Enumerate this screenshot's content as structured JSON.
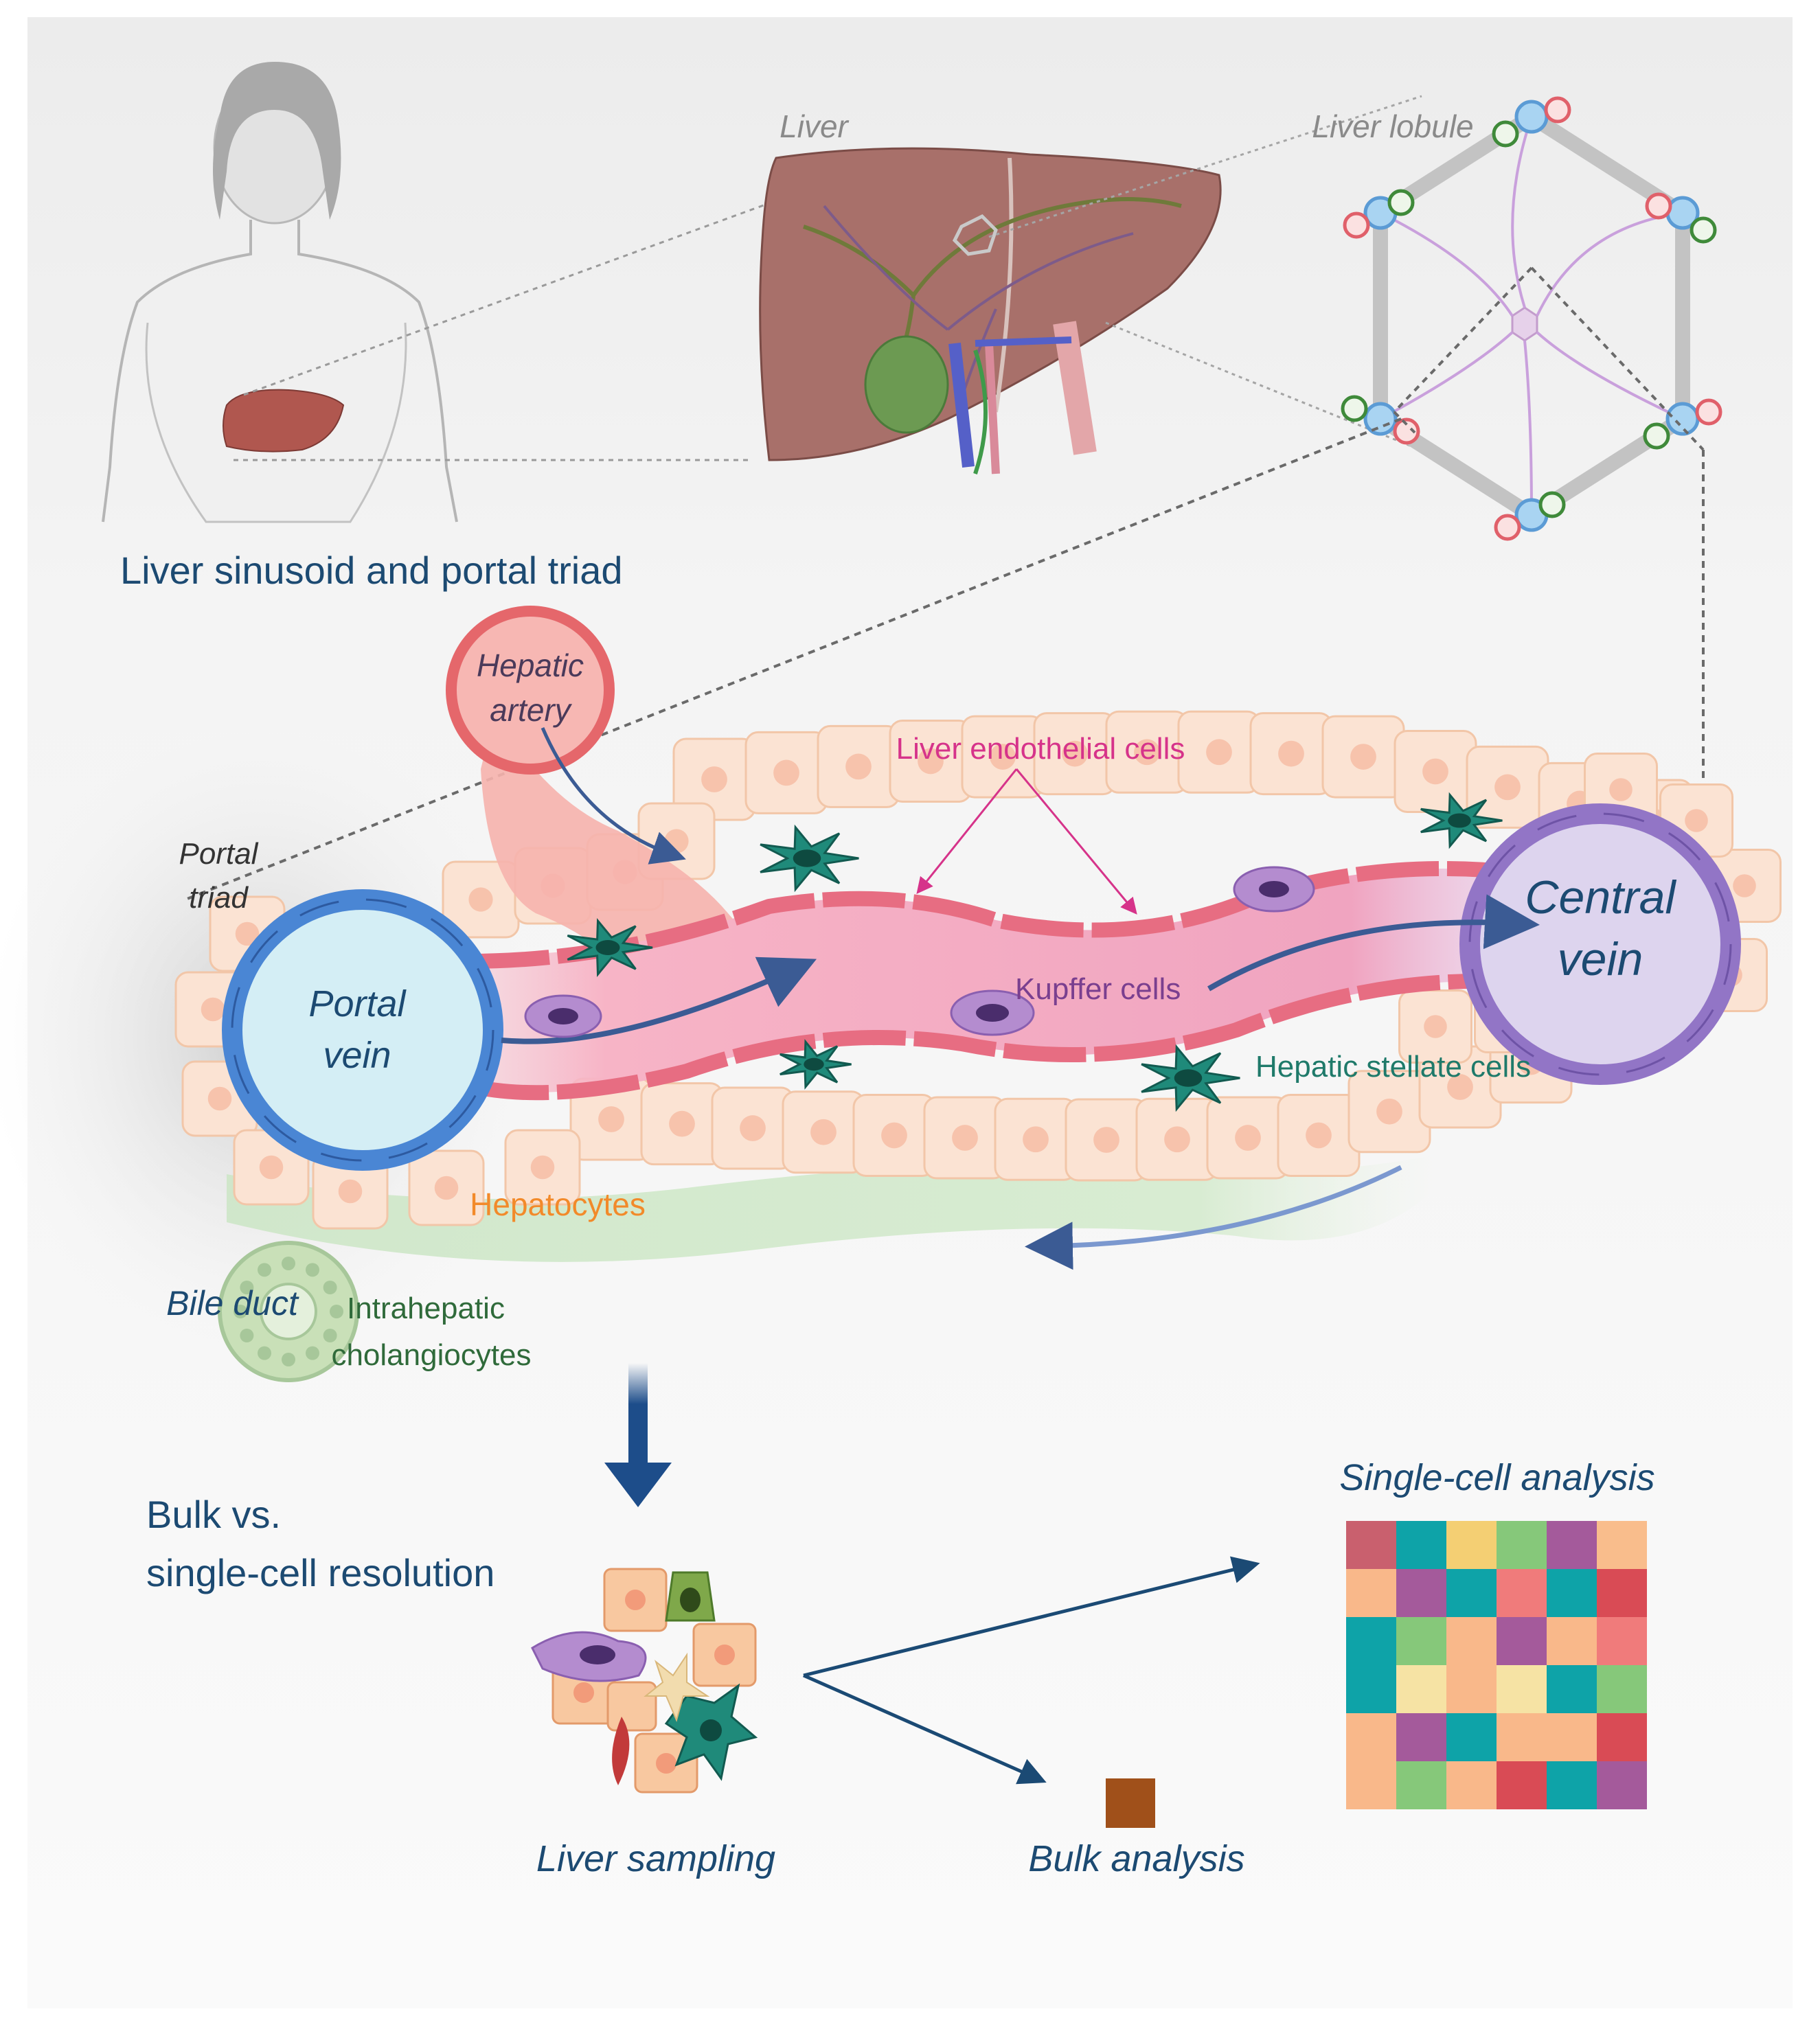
{
  "top": {
    "liver_label": "Liver",
    "lobule_label": "Liver lobule"
  },
  "sinusoid": {
    "section_title": "Liver sinusoid and portal triad",
    "hepatic_artery_line1": "Hepatic",
    "hepatic_artery_line2": "artery",
    "portal_triad_line1": "Portal",
    "portal_triad_line2": "triad",
    "portal_vein_line1": "Portal",
    "portal_vein_line2": "vein",
    "central_vein_line1": "Central",
    "central_vein_line2": "vein",
    "endothelial_label": "Liver endothelial cells",
    "kupffer_label": "Kupffer cells",
    "stellate_label": "Hepatic stellate cells",
    "hepatocytes_label": "Hepatocytes",
    "bile_duct_label": "Bile duct",
    "cholangiocytes_line1": "Intrahepatic",
    "cholangiocytes_line2": "cholangiocytes"
  },
  "bottom": {
    "section_title_line1": "Bulk vs.",
    "section_title_line2": "single-cell resolution",
    "sampling_label": "Liver sampling",
    "bulk_label": "Bulk analysis",
    "single_cell_label": "Single-cell analysis",
    "bulk_color": "#a0501a",
    "heatmap_rows": [
      [
        "#c9606e",
        "#0ea3a8",
        "#f4cf73",
        "#86c87a",
        "#a45a9b",
        "#f9bd8c"
      ],
      [
        "#f9b88a",
        "#a45a9b",
        "#0ea3a8",
        "#f07b7b",
        "#0ea3a8",
        "#d94b55"
      ],
      [
        "#0ea3a8",
        "#86c87a",
        "#f9b88a",
        "#a45a9b",
        "#f9b88a",
        "#f07b7b"
      ],
      [
        "#0ea3a8",
        "#f6e3a4",
        "#f9b88a",
        "#f6e3a4",
        "#0ea3a8",
        "#86c87a"
      ],
      [
        "#f9b88a",
        "#a45a9b",
        "#0ea3a8",
        "#f9b88a",
        "#f9b88a",
        "#d94b55"
      ],
      [
        "#f9b88a",
        "#86c87a",
        "#f9b88a",
        "#d94b55",
        "#0ea3a8",
        "#a45a9b"
      ]
    ]
  },
  "colors": {
    "title_blue": "#1c4a72",
    "endothelial_pink": "#d6338a",
    "kupffer_purple": "#7a3f8f",
    "stellate_teal": "#1f7a6a",
    "hepatocyte_orange": "#f28a2a",
    "bile_green": "#2f6a3a",
    "arrow_blue": "#3b5b94"
  }
}
